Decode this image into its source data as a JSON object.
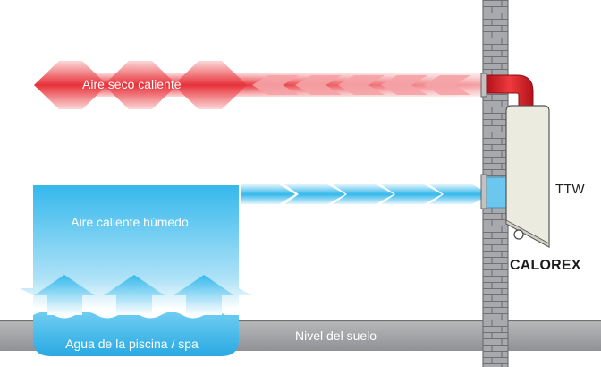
{
  "labels": {
    "dry_air": "Aire seco caliente",
    "humid_air": "Aire caliente húmedo",
    "pool_water": "Agua de la piscina / spa",
    "ground_level": "Nivel del suelo",
    "unit_model": "TTW",
    "brand": "CALOREX"
  },
  "colors": {
    "hot_air": "#e8323a",
    "humid_air": "#35b8ec",
    "wall": "#a3a5a8",
    "ground": "#9fa1a4",
    "unit_body": "#ecebe0"
  },
  "icons": {
    "dry_air_arrows": "double-chevron-arrow-icon",
    "return_air_arrows": "chevron-arrow-icon",
    "evaporation_arrows": "up-arrow-icon"
  }
}
